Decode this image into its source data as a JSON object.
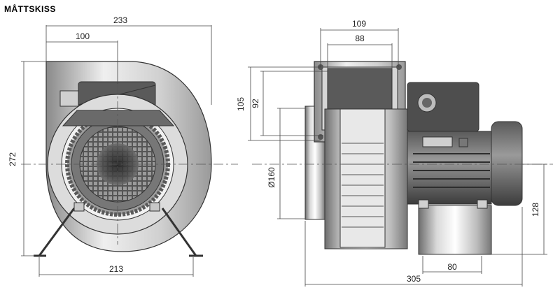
{
  "title": "MÅTTSKISS",
  "dimensions": {
    "front_width": "233",
    "inlet_offset": "100",
    "height": "272",
    "base_width": "213",
    "outlet_outer": "109",
    "outlet_inner": "88",
    "outlet_height_outer": "105",
    "outlet_height_inner": "92",
    "inlet_diameter": "Ø160",
    "motor_axis_height": "128",
    "foot_spacing": "80",
    "total_length": "305"
  },
  "colors": {
    "line": "#333333",
    "housing_light": "#e6e6e6",
    "housing_mid": "#bdbdbd",
    "housing_dark": "#7a7a7a",
    "motor_dark": "#4a4a4a"
  }
}
